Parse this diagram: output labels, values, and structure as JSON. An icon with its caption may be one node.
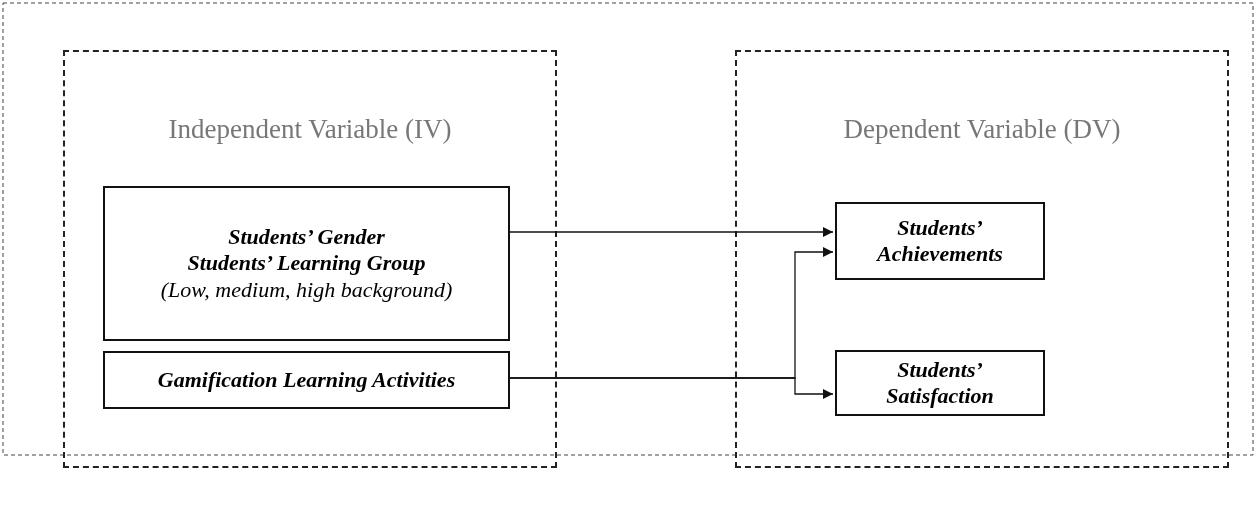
{
  "diagram": {
    "nodes": [
      {
        "text": [
          "Independent Variable (IV)"
        ]
      },
      {
        "text": [
          "Students’ Gender",
          "Students’ Learning Group",
          "(Low, medium, high background)"
        ],
        "in": 0
      },
      {
        "text": [
          "Gamification Learning Activities"
        ],
        "in": 0
      },
      {
        "text": [
          "Dependent Variable (DV)"
        ]
      },
      {
        "text": [
          "Students’ Achievements"
        ],
        "in": 3
      },
      {
        "text": [
          "Students’ Satisfaction"
        ],
        "in": 3
      }
    ],
    "edges": [
      {
        "from": 1,
        "to": 4,
        "arrow": "to"
      },
      {
        "from": 2,
        "to": 4,
        "arrow": "to"
      },
      {
        "from": 2,
        "to": 5,
        "arrow": "to"
      }
    ]
  }
}
